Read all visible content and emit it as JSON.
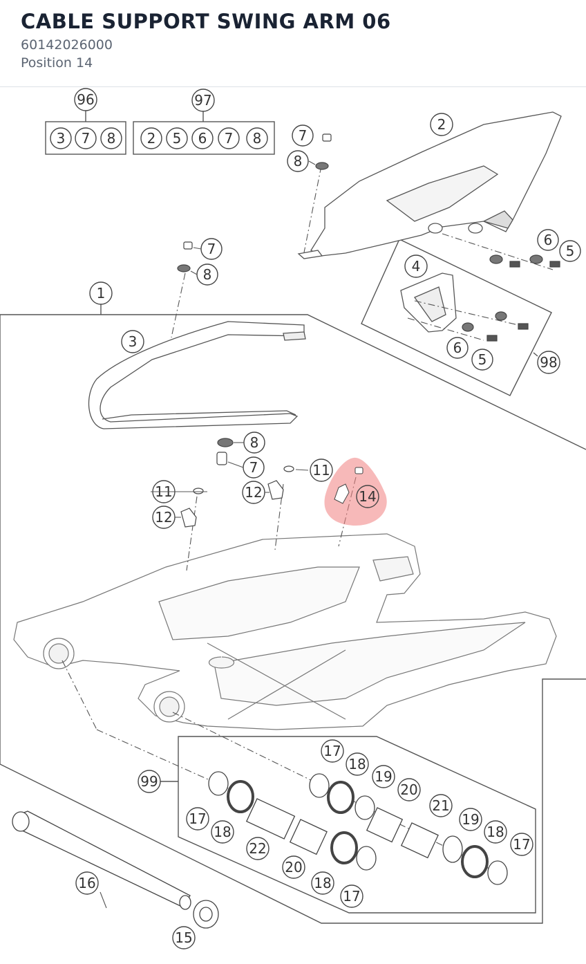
{
  "header": {
    "title": "CABLE SUPPORT SWING ARM 06",
    "part_number": "60142026000",
    "position": "Position 14"
  },
  "diagram": {
    "highlighted_position": "14",
    "highlight_color": "#f08080",
    "kit_96": {
      "label": "96",
      "contents": [
        "3",
        "7",
        "8"
      ]
    },
    "kit_97": {
      "label": "97",
      "contents": [
        "2",
        "5",
        "6",
        "7",
        "8"
      ]
    },
    "callouts": [
      "1",
      "2",
      "3",
      "4",
      "5",
      "6",
      "7",
      "8",
      "11",
      "12",
      "14",
      "15",
      "16",
      "17",
      "18",
      "19",
      "20",
      "21",
      "22",
      "98",
      "99"
    ]
  },
  "colors": {
    "title": "#1a2333",
    "subtitle": "#5b6472",
    "line": "#444444",
    "part_fill": "#ffffff"
  }
}
